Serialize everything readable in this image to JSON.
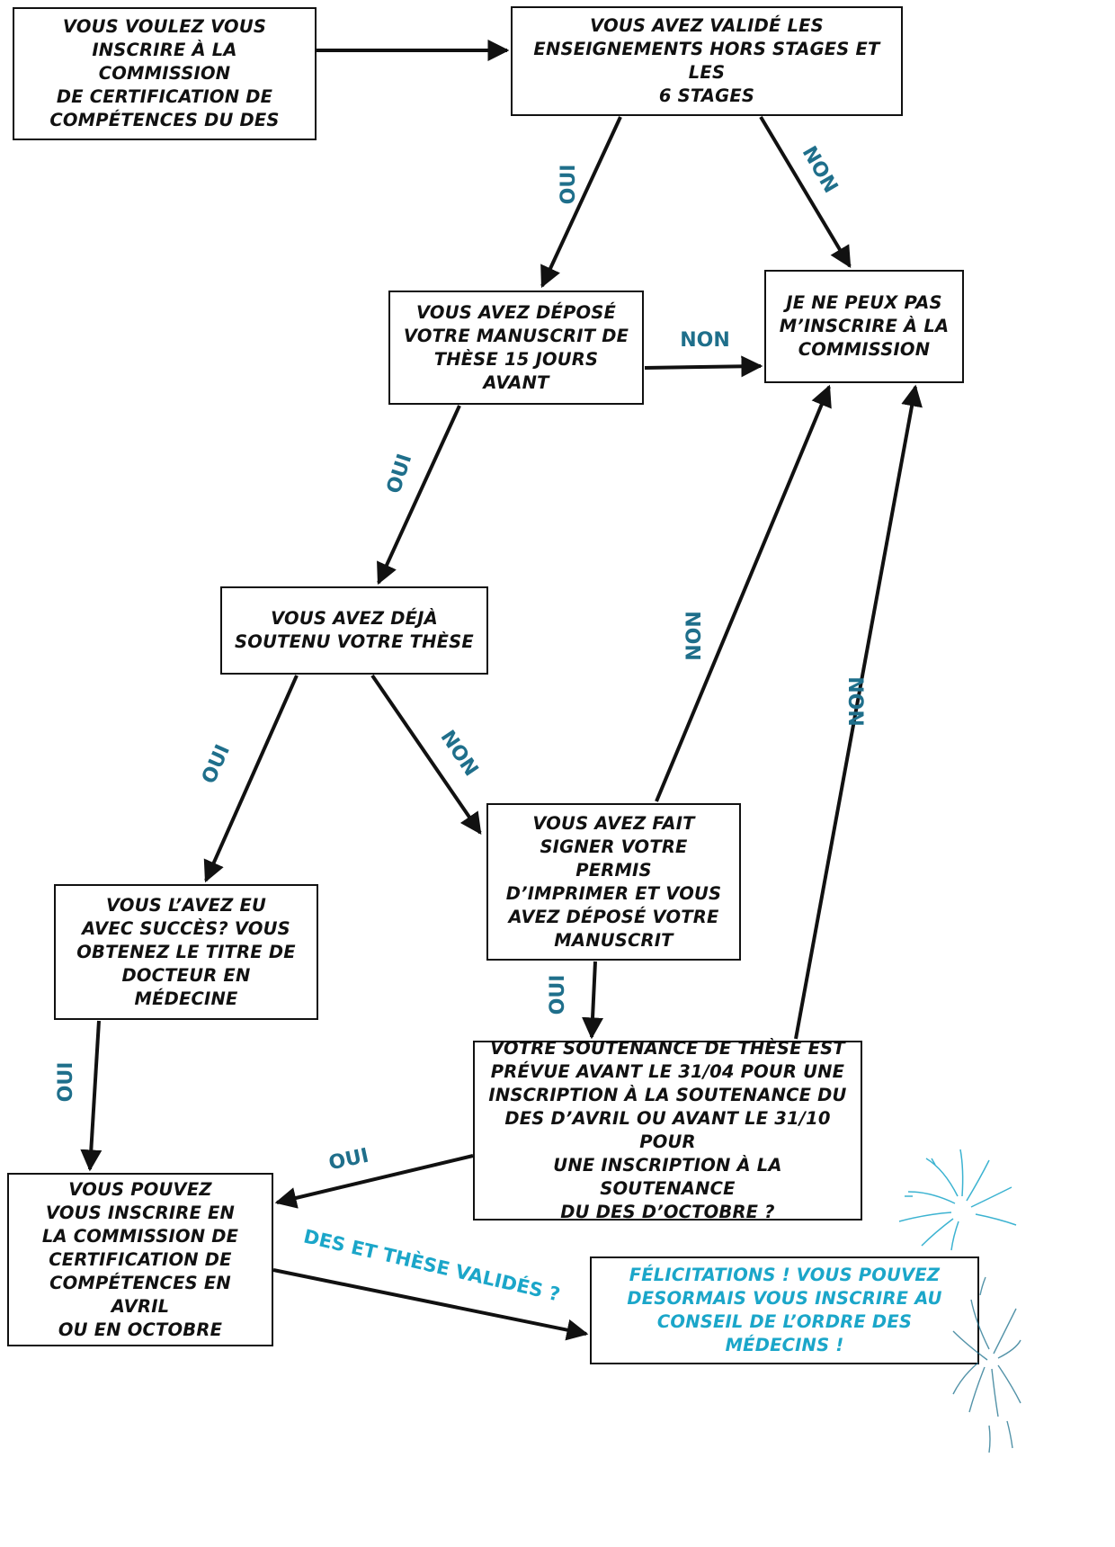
{
  "colors": {
    "line": "#111111",
    "label": "#1f6f8b",
    "accent": "#1ba6c9"
  },
  "nodes": {
    "start": "Vous voulez vous\ninscrire à la commission\nde certification de\ncompétences du DES",
    "valide": "Vous avez validé les\nenseignements hors stages et les\n6 stages",
    "ne_peux": "Je ne peux pas\nm’inscrire à la\ncommission",
    "manuscrit": "Vous avez déposé\nvotre manuscrit de\nthèse 15 jours avant",
    "soutenu": "Vous avez déjà\nsoutenu votre thèse",
    "permis": "Vous avez fait\nsigner votre permis\nd’imprimer et vous\navez déposé votre\nmanuscrit",
    "succes": "Vous l’avez eu\navec succès? Vous\nobtenez le titre de\ndocteur en médecine",
    "soutenance": "Votre soutenance de thèse est\nprévue avant le 31/04 pour une\ninscription à la soutenance du\nDES d’avril ou avant le 31/10 pour\nune inscription à la soutenance\ndu DES d’octobre ?",
    "pouvez": "Vous pouvez\nvous inscrire en\nla commission de\ncertification de\ncompétences en avril\nou en octobre",
    "felicitations": "Félicitations ! Vous pouvez\ndesormais vous inscrire au\nconseil de l’ordre des médecins !"
  },
  "labels": {
    "oui": "OUI",
    "non": "NON",
    "des_these": "DES ET THÈSE VALIDÉS ?"
  }
}
